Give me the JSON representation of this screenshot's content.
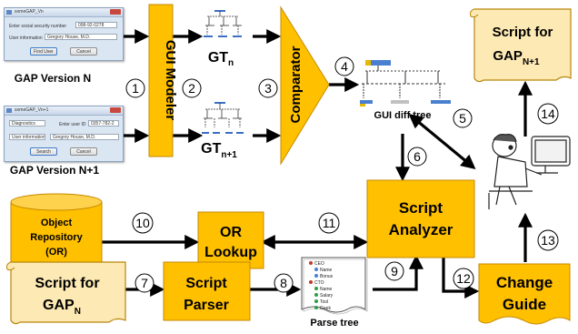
{
  "gap_n": {
    "window_title": "someGAP_Vn",
    "fields": [
      {
        "label": "Enter social security number",
        "value": "098-92-0278"
      },
      {
        "label": "User information",
        "value": "Gregory House, M.D."
      }
    ],
    "buttons": [
      "Find User",
      "Cancel"
    ],
    "caption": "GAP Version N"
  },
  "gap_n1": {
    "window_title": "someGAP_Vn+1",
    "row1": {
      "combo": "Diagnostics",
      "label": "Enter user ID",
      "value": "0357-782-2"
    },
    "row2": {
      "combo": "User information",
      "value": "Gregory House, M.D."
    },
    "buttons": [
      "Search",
      "Cancel"
    ],
    "caption": "GAP Version N+1"
  },
  "nodes": {
    "gui_modeler": "GUI Modeler",
    "comparator": "Comparator",
    "gt_n": {
      "main": "GT",
      "sub": "n"
    },
    "gt_n1": {
      "main": "GT",
      "sub": "n+1"
    },
    "gui_diff_tree": "GUI diff tree",
    "script_n1": {
      "line1": "Script for",
      "line2": "GAP",
      "sub": "N+1"
    },
    "object_repository": {
      "line1": "Object",
      "line2": "Repository",
      "line3": "(OR)"
    },
    "or_lookup": {
      "line1": "OR",
      "line2": "Lookup"
    },
    "script_analyzer": {
      "line1": "Script",
      "line2": "Analyzer"
    },
    "script_n": {
      "line1": "Script for",
      "line2": "GAP",
      "sub": "N"
    },
    "script_parser": {
      "line1": "Script",
      "line2": "Parser"
    },
    "parse_tree": "Parse tree",
    "change_guide": {
      "line1": "Change",
      "line2": "Guide"
    }
  },
  "parse_tree_items": [
    "CEO",
    "Name",
    "Bonus",
    "CTO",
    "Name",
    "Salary",
    "Tool",
    "Geek"
  ],
  "steps": [
    "1",
    "2",
    "3",
    "4",
    "5",
    "6",
    "7",
    "8",
    "9",
    "10",
    "11",
    "12",
    "13",
    "14"
  ],
  "colors": {
    "node_fill": "#ffc000",
    "node_stroke": "#c68a00",
    "scroll_fill": "#fde9b3",
    "arrow": "#000000"
  }
}
